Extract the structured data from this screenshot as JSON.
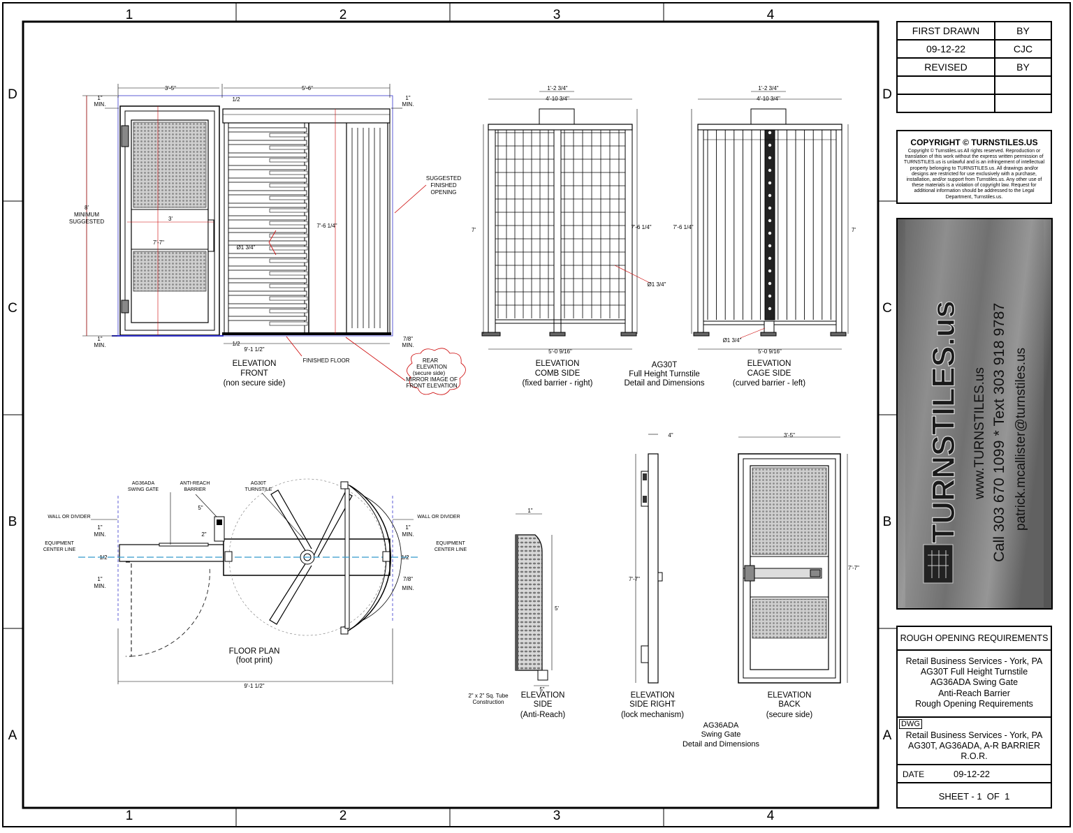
{
  "grid": {
    "columns": [
      "1",
      "2",
      "3",
      "4"
    ],
    "rows": [
      "D",
      "C",
      "B",
      "A"
    ]
  },
  "revisions": {
    "h_first_drawn": "FIRST DRAWN",
    "h_by": "BY",
    "first_drawn_date": "09-12-22",
    "first_drawn_by": "CJC",
    "h_revised": "REVISED",
    "h_revised_by": "BY"
  },
  "copyright": {
    "title": "COPYRIGHT © TURNSTILES.US",
    "body": "Copyright © Turnstiles.us All rights reserved. Reproduction or translation of this work without the express written permission of TURNSTILES.us is unlawful and is an infringement of intellectual property belonging to TURNSTILES.us. All drawings and/or designs are restricted for use exclusively with a purchase, installation, and/or support from Turnstiles.us. Any other use of these materials is a violation of copyright law. Request for additional information should be addressed to the Legal Department, Turnstiles.us."
  },
  "brand": {
    "logo": "TURNSTILES.us",
    "website": "www.TURNSTILES.us",
    "phone": "Call 303 670 1099 * Text 303 918 9787",
    "email": "patrick.mcallister@turnstiles.us"
  },
  "title_block": {
    "heading": "ROUGH OPENING REQUIREMENTS",
    "project_lines": [
      "Retail Business Services - York, PA",
      "AG30T Full Height Turnstile",
      "AG36ADA Swing Gate",
      "Anti-Reach Barrier",
      "Rough Opening Requirements"
    ],
    "dwg_label": "DWG",
    "dwg_lines": [
      "Retail Business Services - York, PA",
      "AG30T, AG36ADA, A-R BARRIER",
      "R.O.R."
    ],
    "date_label": "DATE",
    "date_value": "09-12-22",
    "sheet": "SHEET - 1  OF  1"
  },
  "views": {
    "elev_front": [
      "ELEVATION",
      "FRONT",
      "(non secure side)"
    ],
    "finished_floor": "FINISHED FLOOR",
    "rear_note": [
      "REAR",
      "ELEVATION",
      "(secure side)",
      "MIRROR IMAGE OF",
      "FRONT ELEVATION"
    ],
    "suggested_opening": [
      "SUGGESTED",
      "FINISHED",
      "OPENING"
    ],
    "min_suggested": [
      "8'",
      "MINIMUM",
      "SUGGESTED"
    ],
    "elev_comb": [
      "ELEVATION",
      "COMB SIDE",
      "(fixed barrier - right)"
    ],
    "ag30t_caption": [
      "AG30T",
      "Full Height Turnstile",
      "Detail and Dimensions"
    ],
    "elev_cage": [
      "ELEVATION",
      "CAGE SIDE",
      "(curved barrier - left)"
    ],
    "floor_plan": [
      "FLOOR PLAN",
      "(foot print)"
    ],
    "plan_labels": {
      "swing_gate": [
        "AG36ADA",
        "SWING GATE"
      ],
      "anti_reach": [
        "ANTI-REACH",
        "BARRIER"
      ],
      "turnstile": [
        "AG30T",
        "TURNSTILE"
      ],
      "wall_left": "WALL OR DIVIDER",
      "wall_right": "WALL OR DIVIDER",
      "ecl_left": [
        "EQUIPMENT",
        "CENTER LINE"
      ],
      "ecl_right": [
        "EQUIPMENT",
        "CENTER LINE"
      ]
    },
    "elev_side": [
      "ELEVATION",
      "SIDE",
      "(Anti-Reach)"
    ],
    "tube_note": [
      "2\" x 2\" Sq. Tube",
      "Construction"
    ],
    "elev_side_right": [
      "ELEVATION",
      "SIDE RIGHT",
      "(lock mechanism)"
    ],
    "ag36ada_caption": [
      "AG36ADA",
      "Swing Gate",
      "Detail and Dimensions"
    ],
    "elev_back": [
      "ELEVATION",
      "BACK",
      "(secure side)"
    ]
  },
  "dims": {
    "front_gate_w": "3'-5\"",
    "front_ts_w": "5'-6\"",
    "min1": "1\"",
    "min_lbl": "MIN.",
    "half": "1/2",
    "gate_inner": "3'",
    "gate_h": "7'-7\"",
    "ts_h": "7'-6 1/4\"",
    "arm_dia": "Ø1 3/4\"",
    "total_w": "9'-1 1/2\"",
    "seven_eighths": "7/8\"",
    "top_w1": "1'-2 3/4\"",
    "top_w2": "4'-10 3/4\"",
    "h7": "7'",
    "h76": "7'-6 1/4\"",
    "base_w": "5'-0 9/16\"",
    "dia_side": "Ø1 3/4\"",
    "plan_5": "5\"",
    "plan_2": "2\"",
    "plan_total": "9'-1 1/2\"",
    "side_1": "1\"",
    "side_5ft": "5'",
    "side_5in": "5\"",
    "lock_4": "4\"",
    "lock_h": "7'-7\"",
    "back_w": "3'-5\"",
    "back_h": "7'-7\""
  }
}
